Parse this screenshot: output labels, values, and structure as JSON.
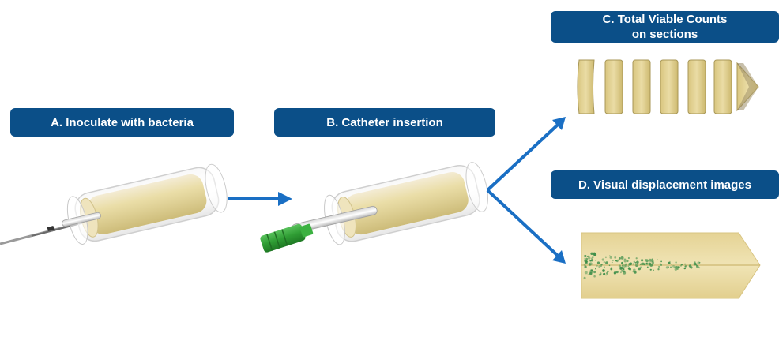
{
  "steps": {
    "a": {
      "label": "A. Inoculate with bacteria"
    },
    "b": {
      "label": "B. Catheter insertion"
    },
    "c": {
      "label_line1": "C. Total Viable Counts",
      "label_line2": "on sections"
    },
    "d": {
      "label": "D. Visual displacement images"
    }
  },
  "colors": {
    "label_bg": "#0b4f88",
    "label_text": "#ffffff",
    "arrow": "#1a6fc4",
    "gel": "#e6d79a",
    "catheter_hub": "#35a83a",
    "bacteria": "#3f8f4a"
  }
}
